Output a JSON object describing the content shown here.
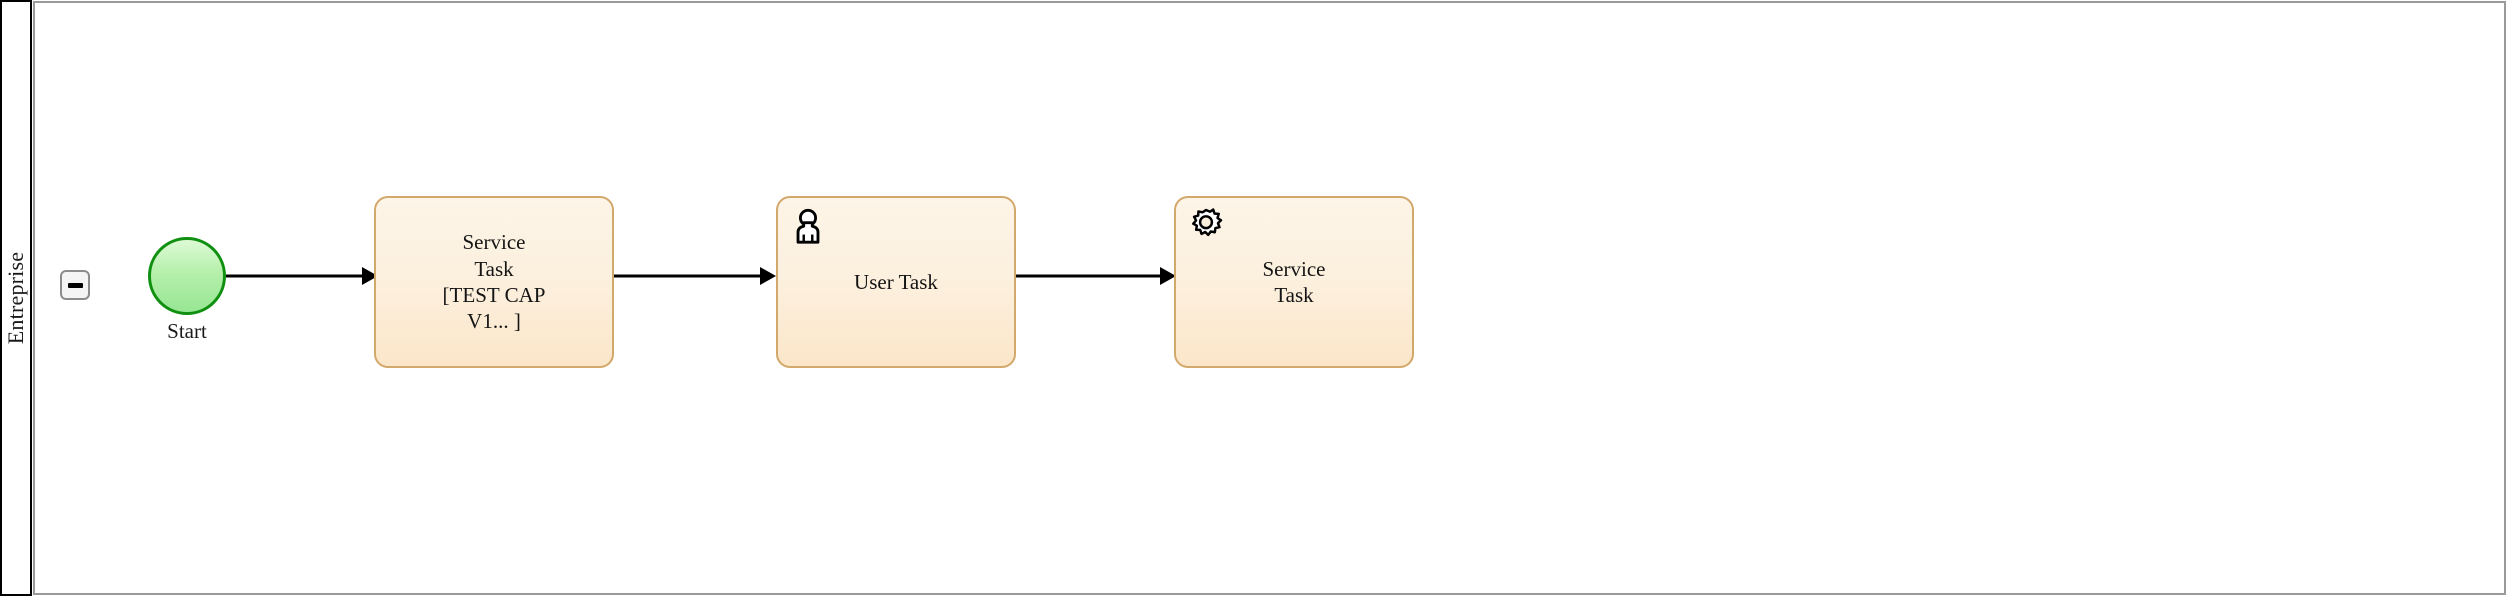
{
  "diagram": {
    "type": "bpmn-process",
    "pool": {
      "label": "Entreprise",
      "collapse_toggle": "minus"
    },
    "elements": [
      {
        "id": "start",
        "kind": "start-event",
        "label": "Start",
        "icon": null
      },
      {
        "id": "service-task-1",
        "kind": "service-task",
        "label": "Service\nTask\n[TEST CAP\nV1... ]",
        "icon": null
      },
      {
        "id": "user-task-1",
        "kind": "user-task",
        "label": "User Task",
        "icon": "user-icon"
      },
      {
        "id": "service-task-2",
        "kind": "service-task",
        "label": "Service\nTask",
        "icon": "gear-icon"
      }
    ],
    "flows": [
      {
        "from": "start",
        "to": "service-task-1"
      },
      {
        "from": "service-task-1",
        "to": "user-task-1"
      },
      {
        "from": "user-task-1",
        "to": "service-task-2"
      }
    ],
    "colors": {
      "task_fill_top": "#fdf5e8",
      "task_fill_bottom": "#fbe6c9",
      "task_border": "#d3a86b",
      "start_fill_top": "#ddfad6",
      "start_fill_bottom": "#97e694",
      "start_border": "#109010",
      "pool_border": "#000000",
      "canvas_border": "#9a9a9a",
      "connector": "#000000",
      "text": "#141414"
    }
  }
}
